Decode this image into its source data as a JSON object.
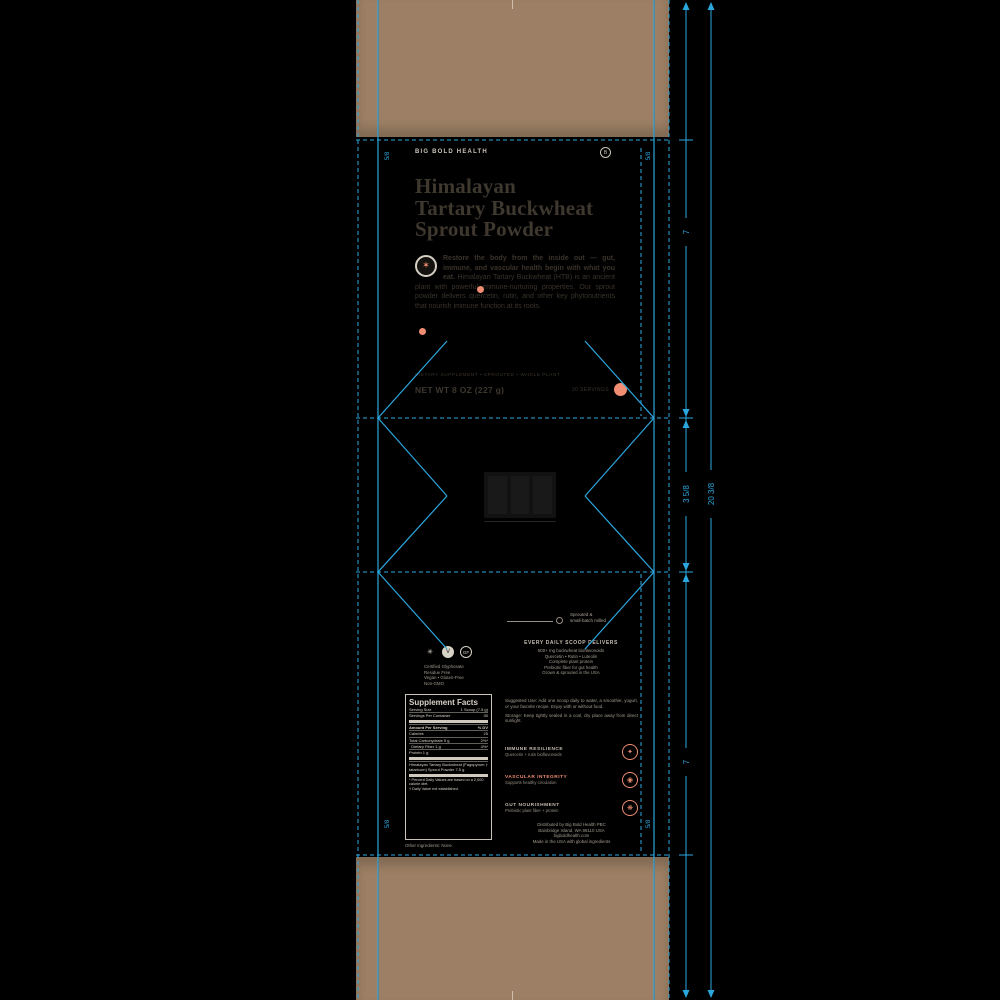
{
  "dieline": {
    "blue": "#2ba7df",
    "kraft_color": "#9c7f64",
    "accent_color": "#f08d72",
    "dimensions": {
      "front_height": "7",
      "gusset_height": "3 5/8",
      "back_height": "7",
      "total_height": "20 3/8",
      "edge_label": "5/8"
    }
  },
  "front_panel": {
    "brand": "BIG BOLD HEALTH",
    "seal": "B",
    "title_lines": [
      "Himalayan",
      "Tartary Buckwheat",
      "Sprout Powder"
    ],
    "lead_icon_glyph": "✶",
    "body_lead": "Restore the body from the inside out — gut, immune, and vascular health begin with what you eat.",
    "body_rest": " Himalayan Tartary Buckwheat (HTB) is an ancient plant with powerful immune-nurturing properties. Our sprout powder delivers quercetin, rutin, and other key phytonutrients that nourish immune function at its roots.",
    "tags": "DIETARY SUPPLEMENT  •  SPROUTED  •  WHOLE PLANT",
    "net_weight": "NET WT 8 OZ (227 g)",
    "servings": "30 SERVINGS"
  },
  "back_panel": {
    "tagline_lines": [
      "Sprouted &",
      "small-batch milled"
    ],
    "supports": {
      "heading": "EVERY DAILY SCOOP DELIVERS",
      "lines": [
        "500+ mg buckwheat bioflavonoids",
        "Quercetin • Rutin • Luteolin",
        "Complete plant protein",
        "Prebiotic fiber for gut health",
        "Grown & sprouted in the USA"
      ]
    },
    "certs": {
      "icons": [
        {
          "kind": "mark",
          "glyph": "✳"
        },
        {
          "kind": "filled",
          "glyph": "V"
        },
        {
          "kind": "ring",
          "glyph": "GF"
        }
      ],
      "lines": [
        "Certified Glyphosate",
        "Residue Free",
        "Vegan • Gluten-Free",
        "Non-GMO"
      ]
    },
    "supplement_facts": {
      "title": "Supplement Facts",
      "rows": [
        {
          "type": "row",
          "l": "Serving Size",
          "r": "1 Scoop (7.5 g)"
        },
        {
          "type": "row",
          "l": "Servings Per Container",
          "r": "30"
        },
        {
          "type": "bar"
        },
        {
          "type": "head",
          "l": "Amount Per Serving",
          "r": "% DV"
        },
        {
          "type": "row",
          "l": "Calories",
          "r": "25"
        },
        {
          "type": "row",
          "l": "Total Carbohydrate 5 g",
          "r": "2%*"
        },
        {
          "type": "row",
          "l": "  Dietary Fiber 1 g",
          "r": "4%*"
        },
        {
          "type": "row",
          "l": "Protein 1 g",
          "r": ""
        },
        {
          "type": "bar"
        },
        {
          "type": "row",
          "l": "Himalayan Tartary Buckwheat (Fagopyrum tataricum) Sprout Powder 7.5 g",
          "r": "†"
        },
        {
          "type": "bar"
        },
        {
          "type": "note",
          "l": "* Percent Daily Values are based on a 2,000 calorie diet."
        },
        {
          "type": "note",
          "l": "† Daily Value not established."
        }
      ]
    },
    "other_ingredients": "Other Ingredients: None.",
    "suggested_use": "Suggested Use: Add one scoop daily to water, a smoothie, yogurt, or your favorite recipe. Enjoy with or without food.",
    "storage": "Storage: Keep tightly sealed in a cool, dry place away from direct sunlight.",
    "benefits": [
      {
        "style": "plain",
        "title": "IMMUNE RESILIENCE",
        "caption": "Quercetin + rutin bioflavonoids",
        "glyph": "✦"
      },
      {
        "style": "accent",
        "title": "VASCULAR INTEGRITY",
        "caption": "Supports healthy circulation",
        "glyph": "◉"
      },
      {
        "style": "plain",
        "title": "GUT NOURISHMENT",
        "caption": "Prebiotic plant fiber + protein",
        "glyph": "❋"
      }
    ],
    "footer_lines": [
      "Distributed by Big Bold Health PBC",
      "Bainbridge Island, WA 98110 USA",
      "bigboldhealth.com",
      "Made in the USA with global ingredients"
    ]
  }
}
